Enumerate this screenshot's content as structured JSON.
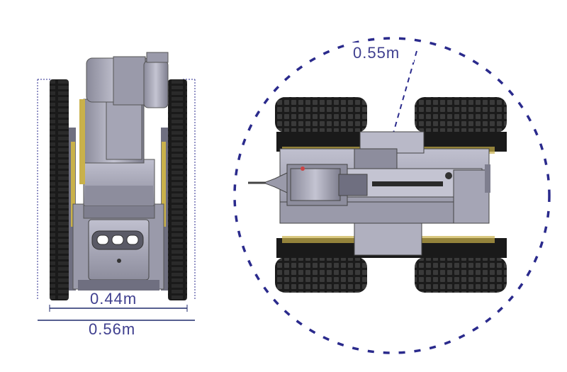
{
  "labels": {
    "inner_width": "0.44m",
    "outer_width": "0.56m",
    "turn_radius": "0.55m"
  },
  "colors": {
    "dimension_text": "#3f3f8f",
    "dimension_line": "#1f2a6b",
    "circle_dash": "#2a2a8c",
    "track": "#1a1a1a",
    "body_light": "#b9b9c8",
    "body_mid": "#9a9aaa",
    "body_dark": "#6f6f80",
    "accent_yellow": "#c9b14a"
  }
}
